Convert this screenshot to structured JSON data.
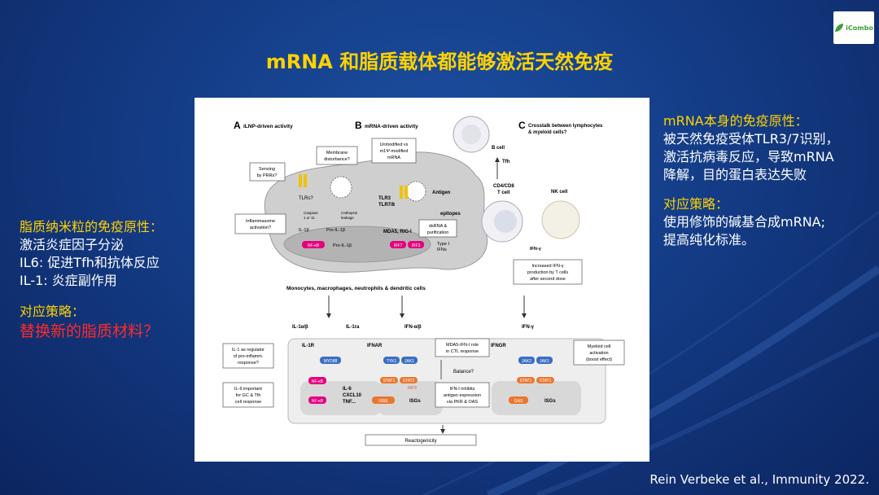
{
  "title": "mRNA 和脂质载体都能够激活天然免疫",
  "logo": {
    "text": "iCombo"
  },
  "left": {
    "heading": "脂质纳米粒的免疫原性：",
    "lines": [
      "激活炎症因子分泌",
      "IL6: 促进Tfh和抗体反应",
      "IL-1: 炎症副作用"
    ],
    "strategy_label": "对应策略：",
    "strategy": "替换新的脂质材料？"
  },
  "right": {
    "heading": "mRNA本身的免疫原性：",
    "lines": [
      "被天然免疫受体TLR3/7识别，",
      "激活抗病毒反应，导致mRNA",
      "降解，目的蛋白表达失败"
    ],
    "strategy_label": "对应策略：",
    "strategy_lines": [
      "使用修饰的碱基合成mRNA;",
      "提高纯化标准。"
    ]
  },
  "citation": "Rein Verbeke et al., Immunity  2022.",
  "figure": {
    "panel_a_letter": "A",
    "panel_a_title": "iLNP-driven activity",
    "panel_b_letter": "B",
    "panel_b_title": "mRNA-driven activity",
    "panel_c_letter": "C",
    "panel_c_title_1": "Crosstalk between lymphocytes",
    "panel_c_title_2": "& myeloid cells?",
    "sensing": [
      "Sensing",
      "by PRRs?"
    ],
    "membrane": [
      "Membrane",
      "disturbance?"
    ],
    "unmodified": [
      "Unmodified vs",
      "m1Ψ-modified",
      "mRNA"
    ],
    "tlrs": "TLRs?",
    "caspase": [
      "Caspase",
      "1 or 11"
    ],
    "cathepsin": [
      "Cathepsin",
      "leakage"
    ],
    "inflammasome": [
      "Inflammasome",
      "activation?"
    ],
    "il1b": "IL-1β",
    "pro_il1b": "Pro-IL-1β",
    "nfkb": "NF-κB",
    "tlr3": "TLR3",
    "tlr78": "TLR7/8",
    "mda5": "MDA5, RIG-I",
    "antigen": "Antigen",
    "epitopes": "epitopes",
    "dsrna": [
      "dsRNA &",
      "purification"
    ],
    "irf7": "IRF7",
    "irf3": "IRF3",
    "type1": [
      "Type I",
      "IFNs"
    ],
    "bcell": "B cell",
    "tfh": "Tfh",
    "cd4": [
      "CD4/CD8",
      "T cell"
    ],
    "nk": "NK cell",
    "ifng_small": "IFN-γ",
    "increased": [
      "Increased IFN-γ",
      "production by T cells",
      "after second dose"
    ],
    "monocytes": "Monocytes, macrophages, neutrophils & dendritic cells",
    "il1ab": "IL-1α/β",
    "il1ra": "IL-1ra",
    "il1r": "IL-1R",
    "myd88": "MYD88",
    "ifnab": "IFN-α/β",
    "ifnar": "IFNAR",
    "tyk1": "TYK1",
    "jak1": "JAK1",
    "stat1": "STAT1",
    "stat2": "STAT2",
    "irf9": "IRF9",
    "isre": "ISRE",
    "isgs": "ISGs",
    "ifng": "IFN-γ",
    "ifngr": "IFNGR",
    "jak2": "JAK2",
    "gas": "GAS",
    "il1_regulator": [
      "IL-1 as regulator",
      "of pro-inflamm.",
      "response?"
    ],
    "il6_important": [
      "IL-6 important",
      "for GC & Tfh",
      "cell response"
    ],
    "il6_list": [
      "IL-6",
      "CXCL10",
      "TNF..."
    ],
    "mda5_role": [
      "MDA5-IFN-I role",
      "in CTL response"
    ],
    "balance": "Balance?",
    "ifn_inhibits": [
      "IFN-I inhibits",
      "antigen expression",
      "via PKR & OAS"
    ],
    "myeloid": [
      "Myeloid cell",
      "activation",
      "(boost effect)"
    ],
    "reactogenicity": "Reactogenicity"
  },
  "colors": {
    "title": "#ffd200",
    "accent_red": "#ff2a2a",
    "receptor_blue": "#3b6fc4",
    "stat_orange": "#e9772f",
    "nfkb_pink": "#e6007e"
  }
}
